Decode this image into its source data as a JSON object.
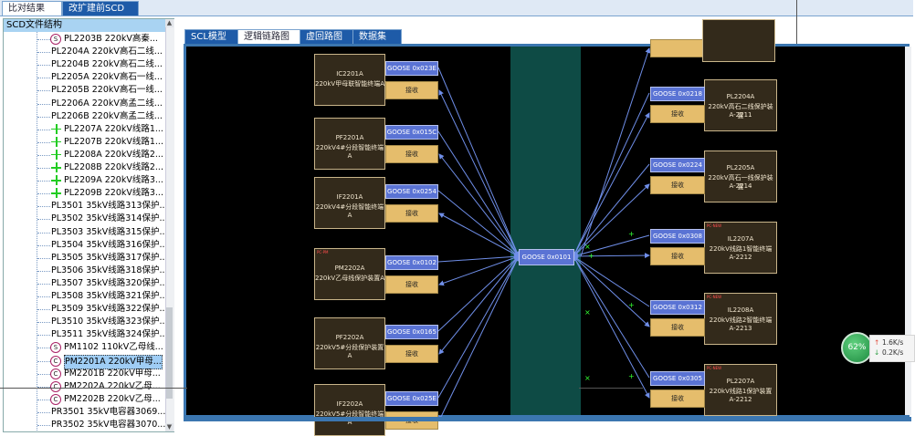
{
  "top_tabs": [
    "比对结果",
    "改扩建前SCD"
  ],
  "tree": {
    "header": "SCD文件结构",
    "rows": [
      {
        "badge": "S",
        "label": "PL2203B  220kV高秦..."
      },
      {
        "badge": "",
        "label": "PL2204A  220kV高石二线..."
      },
      {
        "badge": "",
        "label": "PL2204B  220kV高石二线..."
      },
      {
        "badge": "",
        "label": "PL2205A  220kV高石一线..."
      },
      {
        "badge": "",
        "label": "PL2205B  220kV高石一线..."
      },
      {
        "badge": "",
        "label": "PL2206A  220kV高孟二线..."
      },
      {
        "badge": "",
        "label": "PL2206B  220kV高孟二线..."
      },
      {
        "badge": "+",
        "label": "PL2207A  220kV线路1..."
      },
      {
        "badge": "+",
        "label": "PL2207B  220kV线路1..."
      },
      {
        "badge": "+",
        "label": "PL2208A  220kV线路2..."
      },
      {
        "badge": "+",
        "label": "PL2208B  220kV线路2..."
      },
      {
        "badge": "+",
        "label": "PL2209A  220kV线路3..."
      },
      {
        "badge": "+",
        "label": "PL2209B  220kV线路3..."
      },
      {
        "badge": "",
        "label": "PL3501  35kV线路313保护..."
      },
      {
        "badge": "",
        "label": "PL3502  35kV线路314保护..."
      },
      {
        "badge": "",
        "label": "PL3503  35kV线路315保护..."
      },
      {
        "badge": "",
        "label": "PL3504  35kV线路316保护..."
      },
      {
        "badge": "",
        "label": "PL3505  35kV线路317保护..."
      },
      {
        "badge": "",
        "label": "PL3506  35kV线路318保护..."
      },
      {
        "badge": "",
        "label": "PL3507  35kV线路320保护..."
      },
      {
        "badge": "",
        "label": "PL3508  35kV线路321保护..."
      },
      {
        "badge": "",
        "label": "PL3509  35kV线路322保护..."
      },
      {
        "badge": "",
        "label": "PL3510  35kV线路323保护..."
      },
      {
        "badge": "",
        "label": "PL3511  35kV线路324保护..."
      },
      {
        "badge": "S",
        "label": "PM1102  110kV乙母线..."
      },
      {
        "badge": "C",
        "label": "PM2201A  220kV甲母...",
        "selected": true
      },
      {
        "badge": "C",
        "label": "PM2201B  220kV甲母..."
      },
      {
        "badge": "C",
        "label": "PM2202A  220kV乙母..."
      },
      {
        "badge": "C",
        "label": "PM2202B  220kV乙母..."
      },
      {
        "badge": "",
        "label": "PR3501  35kV电容器3069..."
      },
      {
        "badge": "",
        "label": "PR3502  35kV电容器3070..."
      }
    ]
  },
  "right_tabs": [
    {
      "label": "SCL模型",
      "active": false
    },
    {
      "label": "逻辑链路图",
      "active": true
    },
    {
      "label": "虚回路图",
      "active": false
    },
    {
      "label": "数据集",
      "active": false
    }
  ],
  "diagram": {
    "hub_goose": "GOOSE 0x0101",
    "receive_label": "接收",
    "left_devices": [
      {
        "name": "IC2201A",
        "desc": "220kV甲母联智能终端A",
        "goose": "GOOSE 0x023E"
      },
      {
        "name": "PF2201A",
        "desc": "220kV4#分段智能终端A",
        "goose": "GOOSE 0x015C"
      },
      {
        "name": "IF2201A",
        "desc": "220kV4#分段智能终端A",
        "goose": "GOOSE 0x0254"
      },
      {
        "name": "PM2202A",
        "desc": "220kV乙母线保护装置A",
        "goose": "GOOSE 0x0102",
        "tag": "PC-PM"
      },
      {
        "name": "PF2202A",
        "desc": "220kV5#分段保护装置A",
        "goose": "GOOSE 0x0165"
      },
      {
        "name": "IF2202A",
        "desc": "220kV5#分段智能终端A",
        "goose": "GOOSE 0x025E"
      }
    ],
    "right_devices": [
      {
        "name": "PL2204A",
        "desc": "220kV高石二线保护装置",
        "sub": "A-2211",
        "goose": "GOOSE 0x0218"
      },
      {
        "name": "PL2205A",
        "desc": "220kV高石一线保护装置",
        "sub": "A-2214",
        "goose": "GOOSE 0x0224"
      },
      {
        "name": "IL2207A",
        "desc": "220kV线路1智能终端",
        "sub": "A-2212",
        "goose": "GOOSE 0x0308",
        "tag": "PC-NEW"
      },
      {
        "name": "IL2208A",
        "desc": "220kV线路2智能终端",
        "sub": "A-2213",
        "goose": "GOOSE 0x0312",
        "tag": "PC-NEW"
      },
      {
        "name": "PL2207A",
        "desc": "220kV线路1保护装置",
        "sub": "A-2212",
        "goose": "GOOSE 0x0305",
        "tag": "PC-NEW"
      }
    ]
  },
  "network": {
    "percent": "62%",
    "up": "1.6K/s",
    "down": "0.2K/s",
    "up_color": "#e04a3a",
    "down_color": "#2f9e44"
  }
}
